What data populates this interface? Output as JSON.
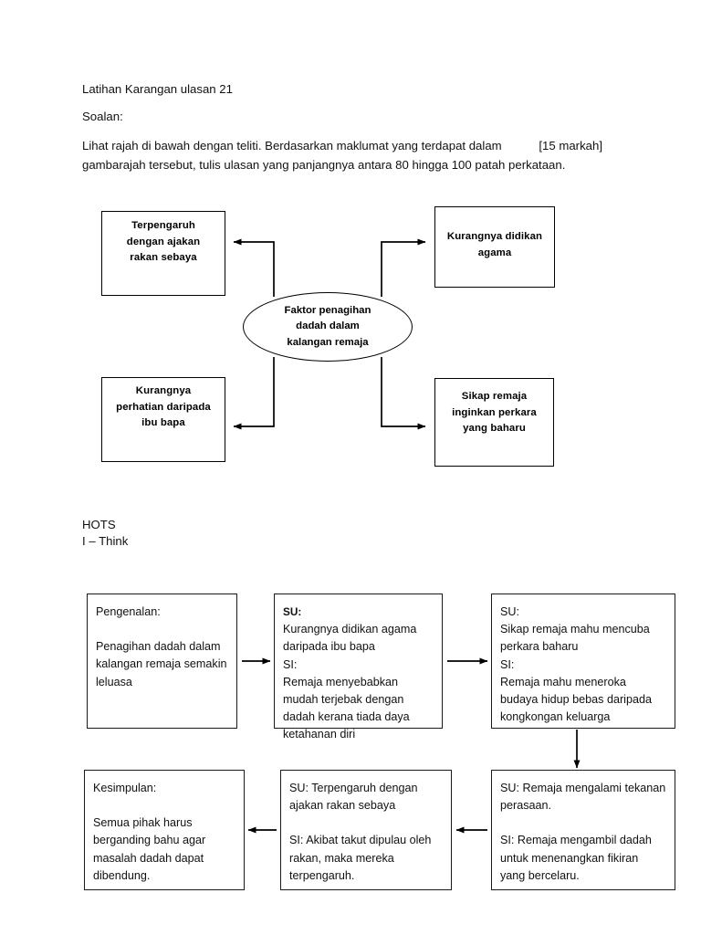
{
  "document": {
    "title_line": "Latihan Karangan ulasan 21",
    "soalan_label": "Soalan:",
    "instruction": "Lihat rajah di bawah dengan teliti. Berdasarkan maklumat yang terdapat dalam gambarajah tersebut, tulis ulasan yang panjangnya antara 80 hingga 100 patah perkataan.",
    "marks": "[15 markah]",
    "hots_label": "HOTS",
    "ithink_label": "I – Think"
  },
  "concept_map": {
    "center": {
      "shape": "ellipse",
      "line1": "Faktor penagihan",
      "line2": "dadah dalam",
      "line3": "kalangan remaja",
      "text": "Faktor penagihan dadah dalam kalangan remaja"
    },
    "nodes": [
      {
        "id": "peers",
        "position": "top-left",
        "line1": "Terpengaruh",
        "line2": "dengan ajakan",
        "line3": "rakan sebaya",
        "text": "Terpengaruh dengan ajakan rakan sebaya"
      },
      {
        "id": "religion",
        "position": "top-right",
        "line1": "Kurangnya didikan",
        "line2": "agama",
        "line3": "",
        "text": "Kurangnya didikan agama"
      },
      {
        "id": "parents",
        "position": "bottom-left",
        "line1": "Kurangnya",
        "line2": "perhatian daripada",
        "line3": "ibu bapa",
        "text": "Kurangnya perhatian daripada ibu bapa"
      },
      {
        "id": "novelty",
        "position": "bottom-right",
        "line1": "Sikap remaja",
        "line2": "inginkan perkara",
        "line3": "yang baharu",
        "text": "Sikap remaja inginkan perkara yang baharu"
      }
    ]
  },
  "flowchart": {
    "row1": [
      {
        "id": "pengenalan",
        "heading": "Pengenalan:",
        "body": "Penagihan dadah dalam kalangan remaja semakin leluasa"
      },
      {
        "id": "su1",
        "su_label": "SU:",
        "su_text": "Kurangnya didikan agama daripada ibu bapa",
        "si_label": "SI:",
        "si_text": "Remaja menyebabkan mudah terjebak dengan dadah kerana tiada daya ketahanan diri"
      },
      {
        "id": "su2",
        "su_label": "SU:",
        "su_text": "Sikap remaja mahu mencuba perkara baharu",
        "si_label": "SI:",
        "si_text": "Remaja mahu meneroka budaya hidup bebas daripada kongkongan keluarga"
      }
    ],
    "row2": [
      {
        "id": "kesimpulan",
        "heading": "Kesimpulan:",
        "body": "Semua pihak harus berganding bahu agar masalah dadah dapat dibendung."
      },
      {
        "id": "su3",
        "su_line": "SU:  Terpengaruh dengan ajakan rakan sebaya",
        "si_line": "SI: Akibat takut dipulau oleh rakan,  maka mereka terpengaruh."
      },
      {
        "id": "su4",
        "su_line": "SU: Remaja mengalami tekanan perasaan.",
        "si_line": "SI: Remaja mengambil dadah untuk menenangkan fikiran yang bercelaru."
      }
    ]
  },
  "colors": {
    "ink": "#111111",
    "stroke": "#000000",
    "page": "#ffffff"
  }
}
